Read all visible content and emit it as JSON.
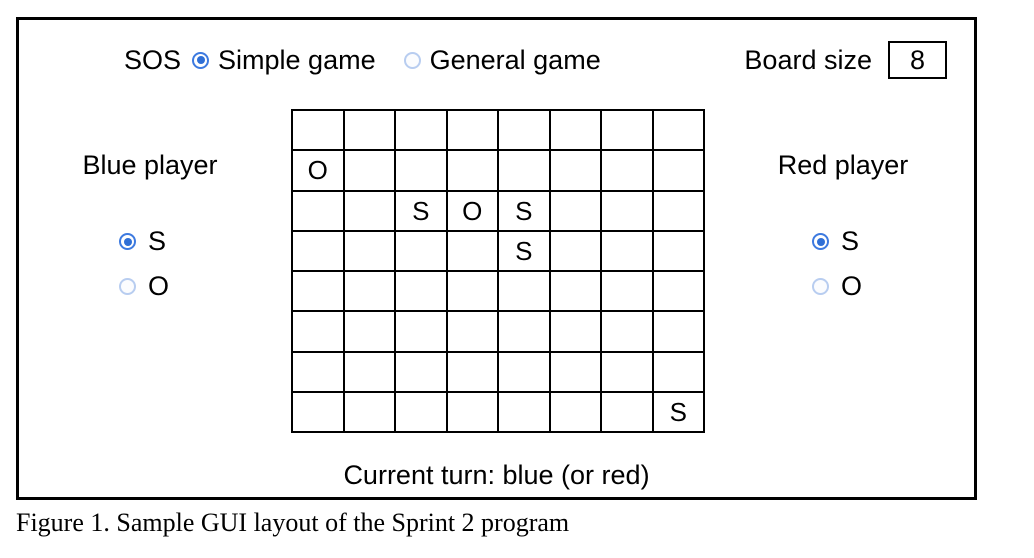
{
  "frame": {
    "top_bar": {
      "sos_label": "SOS",
      "modes": [
        {
          "label": "Simple game",
          "selected": true,
          "icon": "radio-selected-icon"
        },
        {
          "label": "General game",
          "selected": false,
          "icon": "radio-unselected-icon"
        }
      ],
      "board_size_label": "Board size",
      "board_size_value": "8"
    },
    "blue_player": {
      "title": "Blue player",
      "options": [
        {
          "label": "S",
          "selected": true,
          "icon": "radio-selected-icon"
        },
        {
          "label": "O",
          "selected": false,
          "icon": "radio-unselected-icon"
        }
      ]
    },
    "red_player": {
      "title": "Red player",
      "options": [
        {
          "label": "S",
          "selected": true,
          "icon": "radio-selected-icon"
        },
        {
          "label": "O",
          "selected": false,
          "icon": "radio-unselected-icon"
        }
      ]
    },
    "board": {
      "rows": 8,
      "columns": 8,
      "cells": [
        [
          "",
          "",
          "",
          "",
          "",
          "",
          "",
          ""
        ],
        [
          "O",
          "",
          "",
          "",
          "",
          "",
          "",
          ""
        ],
        [
          "",
          "",
          "S",
          "O",
          "S",
          "",
          "",
          ""
        ],
        [
          "",
          "",
          "",
          "",
          "S",
          "",
          "",
          ""
        ],
        [
          "",
          "",
          "",
          "",
          "",
          "",
          "",
          ""
        ],
        [
          "",
          "",
          "",
          "",
          "",
          "",
          "",
          ""
        ],
        [
          "",
          "",
          "",
          "",
          "",
          "",
          "",
          ""
        ],
        [
          "",
          "",
          "",
          "",
          "",
          "",
          "",
          "S"
        ]
      ]
    },
    "status": "Current turn: blue (or red)"
  },
  "caption": "Figure 1. Sample GUI layout of the Sprint 2 program",
  "colors": {
    "radio_selected": "#2f6fd6",
    "radio_selected_ring": "#3d7ae0",
    "radio_unselected_ring": "#b8cdf0",
    "border": "#000000",
    "background": "#ffffff"
  }
}
